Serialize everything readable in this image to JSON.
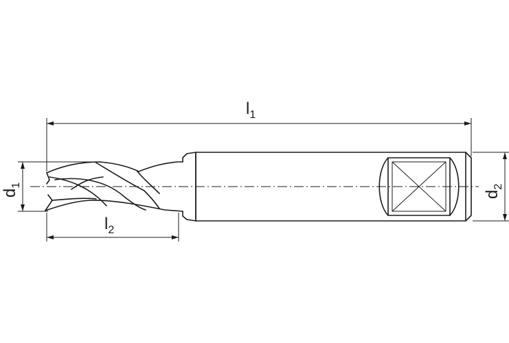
{
  "labels": {
    "l1": {
      "main": "l",
      "sub": "1"
    },
    "l2": {
      "main": "l",
      "sub": "2"
    },
    "d1": {
      "main": "d",
      "sub": "1"
    },
    "d2": {
      "main": "d",
      "sub": "2"
    }
  }
}
